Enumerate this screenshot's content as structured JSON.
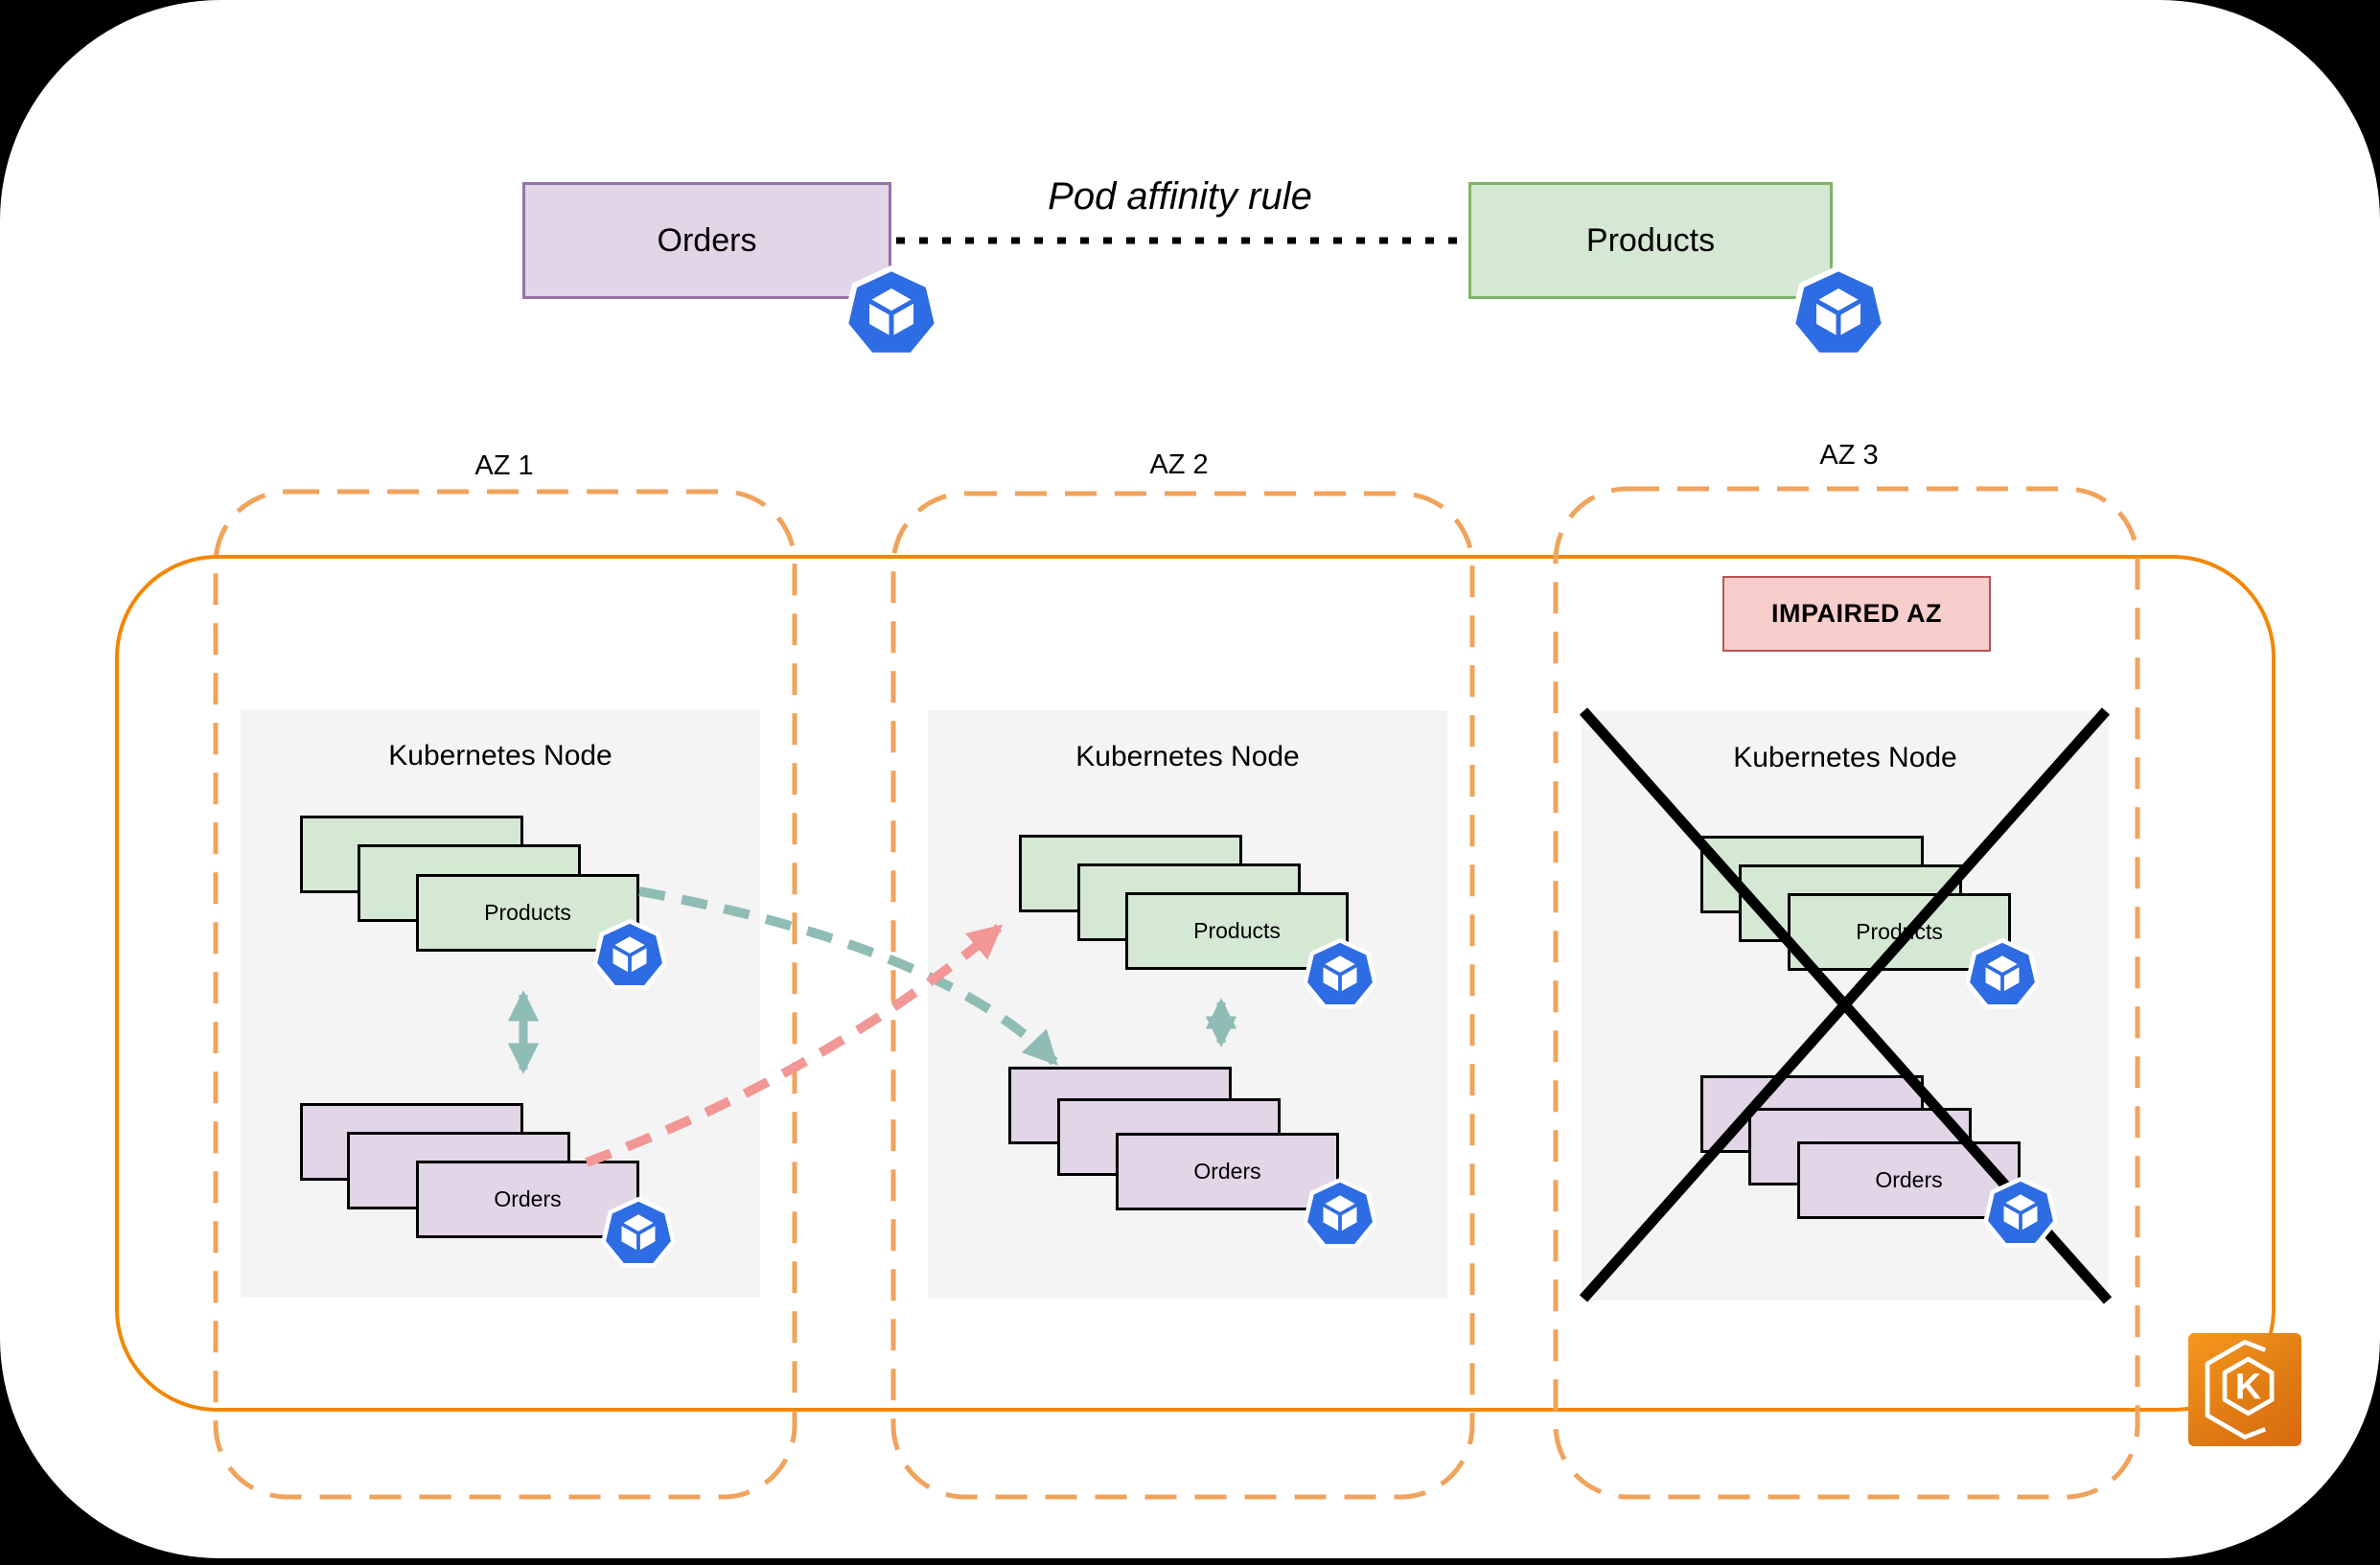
{
  "header": {
    "orders_service": "Orders",
    "products_service": "Products",
    "affinity_rule": "Pod affinity rule"
  },
  "zones": [
    {
      "label": "AZ 1",
      "node_title": "Kubernetes Node",
      "products_pods": "Products",
      "orders_pods": "Orders"
    },
    {
      "label": "AZ 2",
      "node_title": "Kubernetes Node",
      "products_pods": "Products",
      "orders_pods": "Orders"
    },
    {
      "label": "AZ 3",
      "node_title": "Kubernetes Node",
      "products_pods": "Products",
      "orders_pods": "Orders",
      "impaired_badge": "IMPAIRED AZ"
    }
  ],
  "icons": {
    "pod": "kubernetes-pod-icon",
    "eks": "amazon-eks-icon",
    "eks_letter": "K"
  },
  "colors": {
    "pod_purple_fill": "#E1D5E7",
    "pod_purple_stroke": "#9673A6",
    "pod_green_fill": "#D5E8D4",
    "pod_green_stroke": "#82B366",
    "node_gray": "#F4F4F4",
    "az_dashed_orange": "#F0A35C",
    "cluster_solid_orange": "#F28705",
    "affinity_teal": "#8FBCB5",
    "violation_red": "#F19795",
    "impaired_fill": "#F8CECC",
    "impaired_stroke": "#B85450",
    "kubernetes_blue": "#2E6CE4",
    "cross_black": "#000000"
  }
}
